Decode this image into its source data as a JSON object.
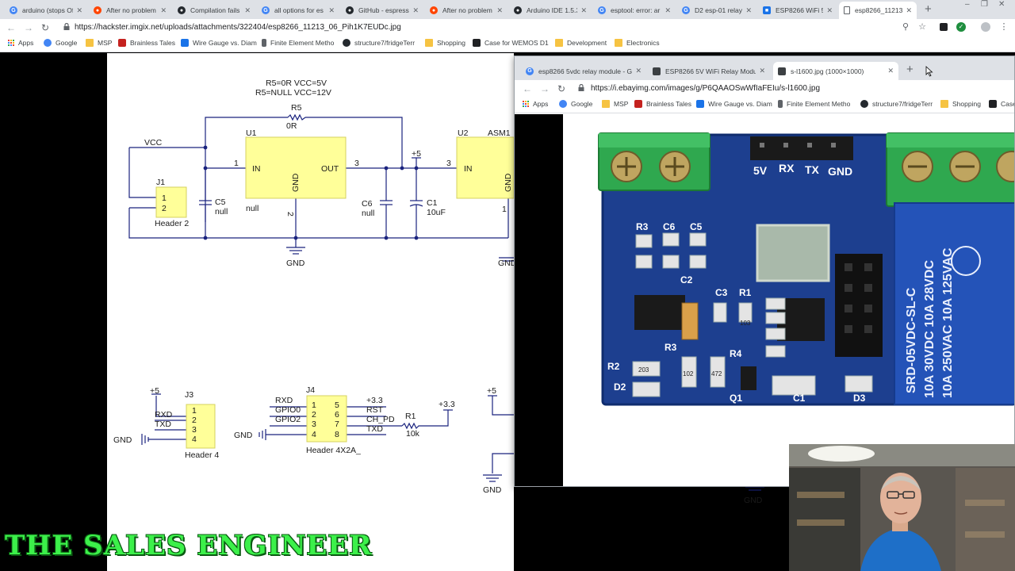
{
  "browser": {
    "tabs": [
      {
        "label": "arduino (stops Of",
        "icon": "google-icon"
      },
      {
        "label": "After no problem",
        "icon": "reddit-icon"
      },
      {
        "label": "Compilation fails",
        "icon": "github-icon"
      },
      {
        "label": "all options for es",
        "icon": "google-icon"
      },
      {
        "label": "GitHub - espress",
        "icon": "github-icon"
      },
      {
        "label": "After no problem",
        "icon": "reddit-icon"
      },
      {
        "label": "Arduino IDE 1.5.3",
        "icon": "github-icon"
      },
      {
        "label": "esptool: error: ar",
        "icon": "google-icon"
      },
      {
        "label": "D2 esp-01 relay b",
        "icon": "google-icon"
      },
      {
        "label": "ESP8266 WiFi 5V",
        "icon": "site-icon"
      },
      {
        "label": "esp8266_11213_0",
        "icon": "page-icon"
      }
    ],
    "url": "https://hackster.imgix.net/uploads/attachments/322404/esp8266_11213_06_Pih1K7EUDc.jpg",
    "bookmarks": [
      "Apps",
      "Google",
      "MSP",
      "Brainless Tales",
      "Wire Gauge vs. Diam",
      "Finite Element Metho",
      "structure7/fridgeTerr",
      "Shopping",
      "Case for WEMOS D1",
      "Development",
      "Electronics"
    ]
  },
  "popup": {
    "tabs": [
      {
        "label": "esp8266 5vdc relay module - Go"
      },
      {
        "label": "ESP8266 5V WiFi Relay Module 5"
      },
      {
        "label": "s-l1600.jpg (1000×1000)"
      }
    ],
    "url": "https://i.ebayimg.com/images/g/P6QAAOSwWfIaFEIu/s-l1600.jpg",
    "bookmarks": [
      "Apps",
      "Google",
      "MSP",
      "Brainless Tales",
      "Wire Gauge vs. Diam",
      "Finite Element Metho",
      "structure7/fridgeTerr",
      "Shopping",
      "Case"
    ]
  },
  "schematic": {
    "note1": "R5=0R   VCC=5V",
    "note2": "R5=NULL   VCC=12V",
    "r5_ref": "R5",
    "r5_val": "0R",
    "u1_ref": "U1",
    "u1_in": "IN",
    "u1_out": "OUT",
    "u1_gnd": "GND",
    "pin1": "1",
    "pin2": "2",
    "pin3": "3",
    "vcc": "VCC",
    "j1_ref": "J1",
    "j1_p1": "1",
    "j1_p2": "2",
    "j1_name": "Header 2",
    "c5_ref": "C5",
    "c5_val": "null",
    "u1_null": "null",
    "plus5": "+5",
    "c6_ref": "C6",
    "c6_val": "null",
    "c1_ref": "C1",
    "c1_val": "10uF",
    "u2_ref": "U2",
    "u2_name": "ASM1",
    "u2_in": "IN",
    "u2_gnd": "GND",
    "u2_pin1": "1",
    "gnd": "GND",
    "j3_ref": "J3",
    "j3_pins": [
      "1",
      "2",
      "3",
      "4"
    ],
    "j3_name": "Header 4",
    "j3_sigs": [
      "RXD",
      "TXD"
    ],
    "j4_ref": "J4",
    "j4_left_pins": [
      "1",
      "2",
      "3",
      "4"
    ],
    "j4_right_pins": [
      "5",
      "6",
      "7",
      "8"
    ],
    "j4_left_sigs": [
      "RXD",
      "GPIO0",
      "GPIO2"
    ],
    "j4_right_sigs": [
      "+3.3",
      "RST",
      "CH_PD",
      "TXD"
    ],
    "j4_name": "Header 4X2A_",
    "r1_ref": "R1",
    "r1_val": "10k",
    "plus33": "+3.3"
  },
  "board": {
    "silk_top": [
      "5V",
      "RX",
      "TX",
      "GND"
    ],
    "relay_lines": [
      "SRD-05VDC-SL-C",
      "10A 250VAC  10A 125VAC",
      "10A 30VDC  10A 28VDC"
    ],
    "refs": [
      "R3",
      "C6",
      "C5",
      "C2",
      "C3",
      "R1",
      "R3",
      "R4",
      "R2",
      "D2",
      "C1",
      "D3",
      "Q1"
    ],
    "marks": [
      "203",
      "103",
      "102",
      "472"
    ]
  },
  "brand": "THE SALES ENGINEER",
  "colors": {
    "pcb_blue": "#1d3f8f",
    "terminal_green": "#2fa84f",
    "relay_blue": "#2453b8",
    "schematic_part": "#ffff99",
    "brand_green": "#3cf04a"
  }
}
